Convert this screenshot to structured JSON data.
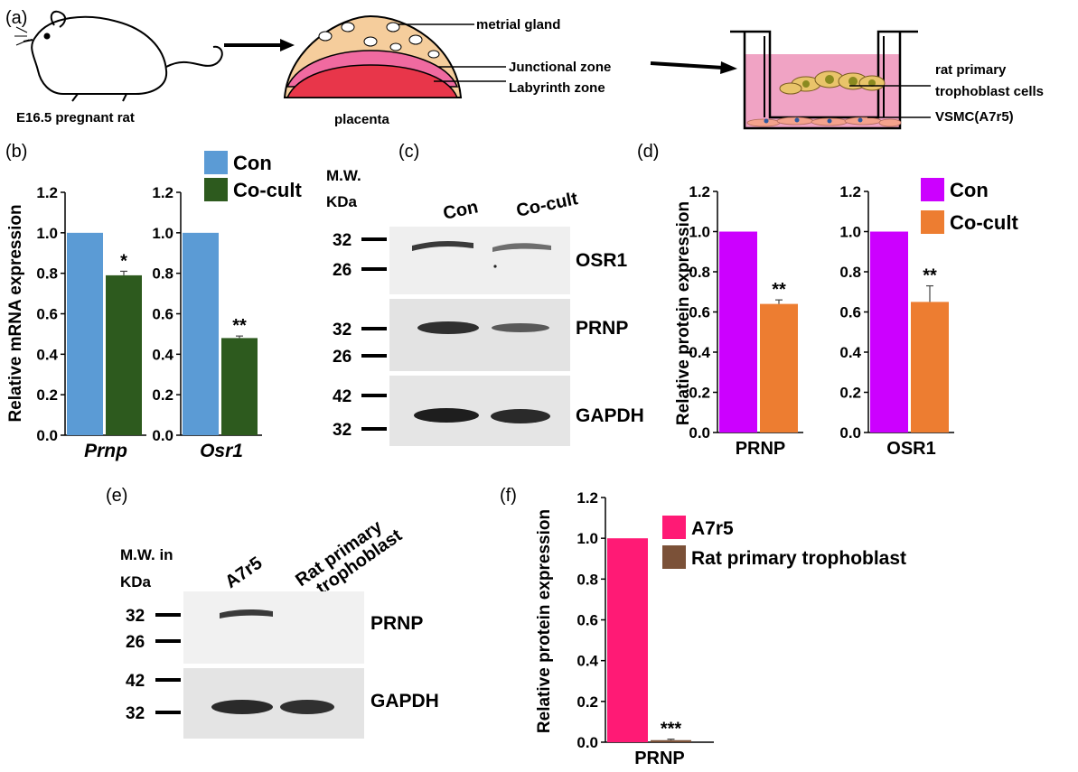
{
  "panels": {
    "a": "(a)",
    "b": "(b)",
    "c": "(c)",
    "d": "(d)",
    "e": "(e)",
    "f": "(f)"
  },
  "panel_a": {
    "rat_label": "E16.5 pregnant rat",
    "placenta_label": "placenta",
    "metrial_gland": "metrial gland",
    "junctional_zone": "Junctional zone",
    "labyrinth_zone": "Labyrinth zone",
    "trophoblast_label_1": "rat primary",
    "trophoblast_label_2": "trophoblast cells",
    "vsmc_label": "VSMC(A7r5)"
  },
  "panel_c": {
    "mw_1": "M.W.",
    "mw_2": "KDa",
    "lane_con": "Con",
    "lane_cocult": "Co-cult",
    "blots": [
      {
        "label": "OSR1",
        "marker_top": "32",
        "marker_bottom": "26"
      },
      {
        "label": "PRNP",
        "marker_top": "32",
        "marker_bottom": "26"
      },
      {
        "label": "GAPDH",
        "marker_top": "42",
        "marker_bottom": "32"
      }
    ]
  },
  "panel_e": {
    "mw_1": "M.W. in",
    "mw_2": "KDa",
    "lane_a7r5": "A7r5",
    "lane_troph_1": "Rat primary",
    "lane_troph_2": "trophoblast",
    "blots": [
      {
        "label": "PRNP",
        "marker_top": "32",
        "marker_bottom": "26"
      },
      {
        "label": "GAPDH",
        "marker_top": "42",
        "marker_bottom": "32"
      }
    ]
  },
  "chart_data": [
    {
      "id": "b",
      "type": "bar",
      "ylabel": "Relative mRNA expression",
      "ylim": [
        0,
        1.2
      ],
      "yticks": [
        "0.0",
        "0.2",
        "0.4",
        "0.6",
        "0.8",
        "1.0",
        "1.2"
      ],
      "legend": [
        "Con",
        "Co-cult"
      ],
      "colors": {
        "Con": "#5b9bd5",
        "Co-cult": "#2d5a1e"
      },
      "groups": [
        {
          "name": "Prnp",
          "con": 1.0,
          "cocult": 0.79,
          "err": 0.02,
          "sig": "*"
        },
        {
          "name": "Osr1",
          "con": 1.0,
          "cocult": 0.48,
          "err": 0.01,
          "sig": "**"
        }
      ]
    },
    {
      "id": "d",
      "type": "bar",
      "ylabel": "Relative protein expression",
      "ylim": [
        0,
        1.2
      ],
      "yticks": [
        "0.0",
        "0.2",
        "0.4",
        "0.6",
        "0.8",
        "1.0",
        "1.2"
      ],
      "legend": [
        "Con",
        "Co-cult"
      ],
      "colors": {
        "Con": "#cc00ff",
        "Co-cult": "#ed7d31"
      },
      "groups": [
        {
          "name": "PRNP",
          "con": 1.0,
          "cocult": 0.64,
          "err": 0.02,
          "sig": "**"
        },
        {
          "name": "OSR1",
          "con": 1.0,
          "cocult": 0.65,
          "err": 0.08,
          "sig": "**"
        }
      ]
    },
    {
      "id": "f",
      "type": "bar",
      "ylabel": "Relative protein expression",
      "ylim": [
        0,
        1.2
      ],
      "yticks": [
        "0.0",
        "0.2",
        "0.4",
        "0.6",
        "0.8",
        "1.0",
        "1.2"
      ],
      "legend": [
        "A7r5",
        "Rat primary trophoblast"
      ],
      "colors": {
        "A7r5": "#ff1a75",
        "Rat primary trophoblast": "#7b5138"
      },
      "groups": [
        {
          "name": "PRNP",
          "con": 1.0,
          "cocult": 0.01,
          "err": 0.005,
          "sig": "***"
        }
      ]
    }
  ]
}
